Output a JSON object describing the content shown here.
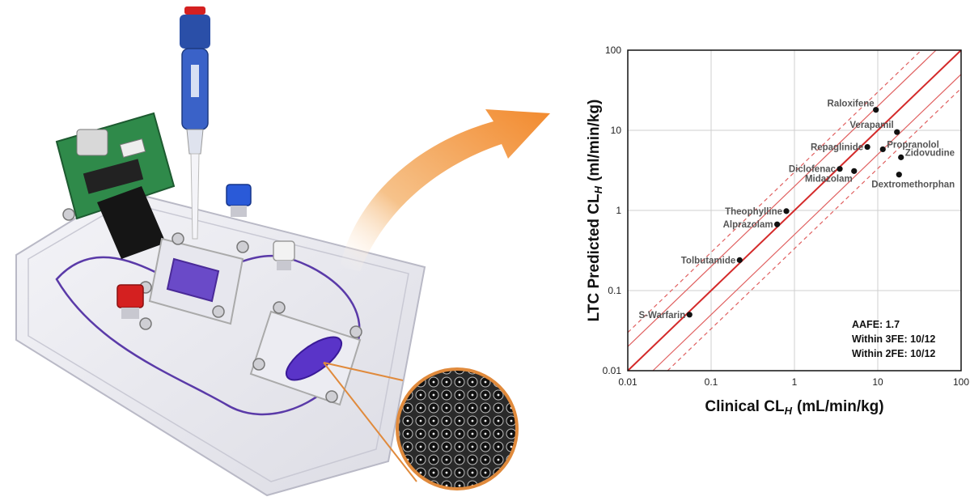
{
  "chart_data": {
    "type": "scatter",
    "xscale": "log",
    "yscale": "log",
    "xlim": [
      0.01,
      100
    ],
    "ylim": [
      0.01,
      100
    ],
    "xticks": [
      "0.01",
      "0.1",
      "1",
      "10",
      "100"
    ],
    "yticks": [
      "0.01",
      "0.1",
      "1",
      "10",
      "100"
    ],
    "xlabel": "Clinical CL",
    "xlabel_sub": "H",
    "xlabel_unit": "(mL/min/kg)",
    "ylabel": "LTC Predicted CL",
    "ylabel_sub": "H",
    "ylabel_unit": "(ml/min/kg)",
    "grid": true,
    "reference_lines": [
      "unity",
      "2-fold",
      "3-fold"
    ],
    "points": [
      {
        "label": "Raloxifene",
        "x": 9.5,
        "y": 18
      },
      {
        "label": "Verapamil",
        "x": 17,
        "y": 9.5
      },
      {
        "label": "Repaglinide",
        "x": 7.5,
        "y": 6.2
      },
      {
        "label": "Propranolol",
        "x": 11.5,
        "y": 5.8
      },
      {
        "label": "Zidovudine",
        "x": 19,
        "y": 4.6
      },
      {
        "label": "Diclofenac",
        "x": 3.5,
        "y": 3.3
      },
      {
        "label": "Midazolam",
        "x": 5.2,
        "y": 3.1
      },
      {
        "label": "Dextromethorphan",
        "x": 18,
        "y": 2.8
      },
      {
        "label": "Theophylline",
        "x": 0.8,
        "y": 0.98
      },
      {
        "label": "Alprazolam",
        "x": 0.62,
        "y": 0.67
      },
      {
        "label": "Tolbutamide",
        "x": 0.22,
        "y": 0.24
      },
      {
        "label": "S-Warfarin",
        "x": 0.055,
        "y": 0.05
      }
    ],
    "annotations": [
      "AAFE: 1.7",
      "Within 3FE: 10/12",
      "Within 2FE: 10/12"
    ]
  },
  "colors": {
    "unity_line": "#d42a2a",
    "fold_line": "#e06060",
    "grid": "#cfcfcf",
    "arrow": "#f28a2e",
    "chip_channel": "#5a3aa8",
    "pipette": "#1f4fa8",
    "cap_blue": "#2a5ad8",
    "cap_red": "#d42020",
    "magnifier_ring": "#e08a3c"
  }
}
